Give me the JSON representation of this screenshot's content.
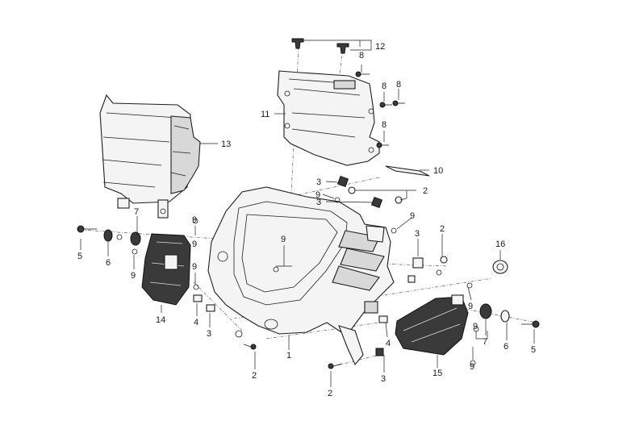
{
  "diagram": {
    "labels": {
      "p1": "1",
      "p2a": "2",
      "p2b": "2",
      "p2c": "2",
      "p2d": "2",
      "p3a": "3",
      "p3b": "3",
      "p3c": "3",
      "p3d": "3",
      "p3e": "3",
      "p4a": "4",
      "p4b": "4",
      "p5a": "5",
      "p5b": "5",
      "p6a": "6",
      "p6b": "6",
      "p7a": "7",
      "p7b": "7",
      "p8a": "8",
      "p8b": "8",
      "p8c": "8",
      "p8d": "8",
      "p9a": "9",
      "p9b": "9",
      "p9c": "9",
      "p9d": "9",
      "p9e": "9",
      "p9f": "9",
      "p9g": "9",
      "p9h": "9",
      "p9i": "9",
      "p9j": "9",
      "p10": "10",
      "p11": "11",
      "p12": "12",
      "p13": "13",
      "p14": "14",
      "p15": "15",
      "p16": "16"
    }
  }
}
